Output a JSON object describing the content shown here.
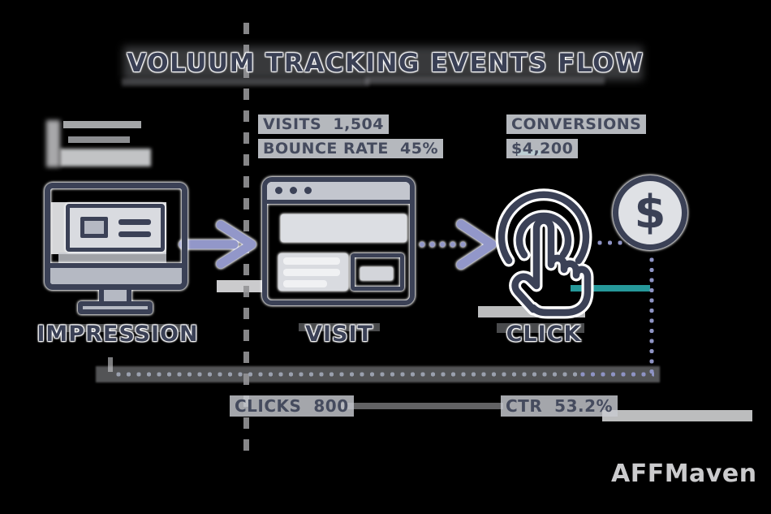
{
  "title": "VOLUUM TRACKING EVENTS FLOW",
  "stages": {
    "impression": {
      "label": "IMPRESSION"
    },
    "visit": {
      "label": "VISIT",
      "stat_visits": "VISITS  1,504",
      "stat_bounce": "BOUNCE RATE  45%"
    },
    "click": {
      "label": "CLICK",
      "stat_conversions_label": "CONVERSIONS",
      "stat_conversions_value": "$4,200"
    }
  },
  "bottom_metrics": {
    "clicks": "CLICKS  800",
    "ctr": "CTR  53.2%"
  },
  "coin": {
    "symbol": "$"
  },
  "watermark": "AFFMaven",
  "colors": {
    "navy": "#3b4156",
    "lavender": "#9297c9",
    "panel_gray": "#dcdee3",
    "chrome_gray": "#c3c6ce",
    "metal_gray": "#b5b9c3",
    "highlight_gray": "#ced1d7",
    "teal_artifact": "#2aa9ab"
  }
}
